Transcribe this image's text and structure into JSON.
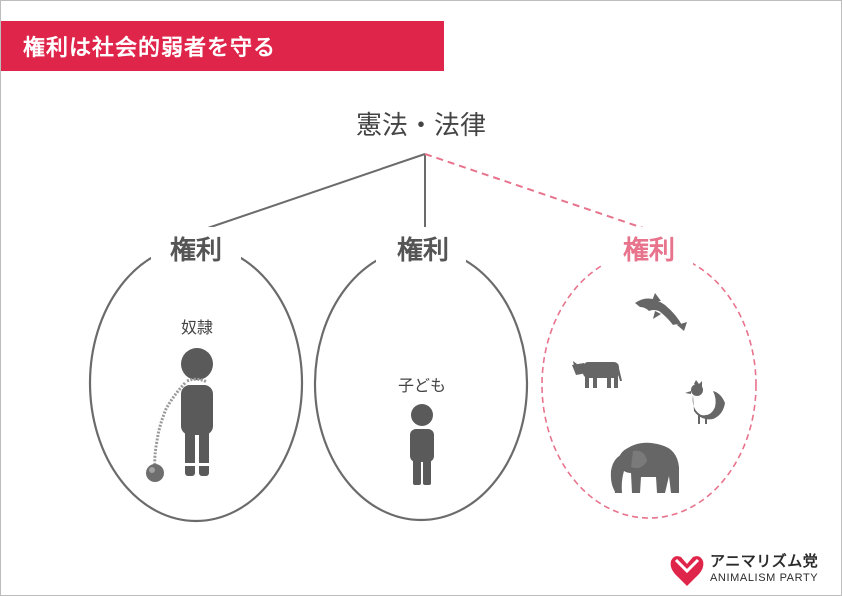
{
  "title": "権利は社会的弱者を守る",
  "root": {
    "label": "憲法・法律"
  },
  "groups": [
    {
      "label": "権利",
      "member": "奴隷",
      "style": "solid"
    },
    {
      "label": "権利",
      "member": "子ども",
      "style": "solid"
    },
    {
      "label": "権利",
      "member": "",
      "style": "dashed",
      "animals": [
        "dolphin",
        "cow",
        "rooster",
        "elephant"
      ]
    }
  ],
  "colors": {
    "banner": "#e0254a",
    "line": "#6b6b6b",
    "text": "#444444",
    "pink": "#e8738c",
    "figure": "#5a5a5a"
  },
  "logo": {
    "name": "アニマリズム党",
    "sub": "ANIMALISM PARTY"
  }
}
